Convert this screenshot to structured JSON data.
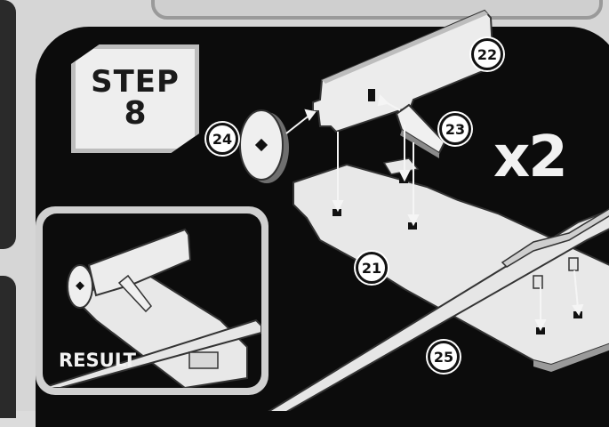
{
  "step": {
    "label": "STEP",
    "number": "8"
  },
  "multiplier": "x2",
  "result_label": "RESULT",
  "parts": [
    {
      "id": "p22",
      "label": "22"
    },
    {
      "id": "p23",
      "label": "23"
    },
    {
      "id": "p24",
      "label": "24"
    },
    {
      "id": "p21",
      "label": "21"
    },
    {
      "id": "p25",
      "label": "25"
    }
  ],
  "colors": {
    "background": "#d6d6d6",
    "panel": "#0c0c0c",
    "badge": "#eeeeee",
    "part": "#e8e8e8"
  }
}
